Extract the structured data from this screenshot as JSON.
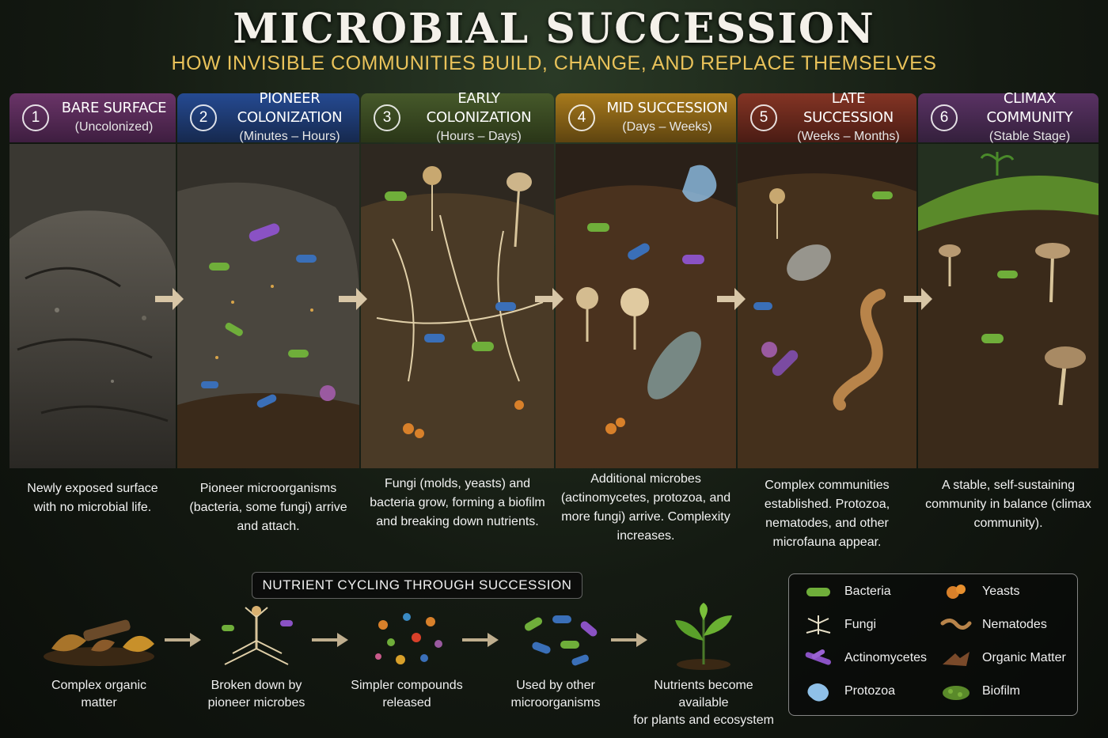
{
  "title": "MICROBIAL SUCCESSION",
  "subtitle": "HOW INVISIBLE COMMUNITIES BUILD, CHANGE, AND REPLACE THEMSELVES",
  "stages": [
    {
      "number": "1",
      "title": "BARE SURFACE",
      "subtitle": "(Uncolonized)",
      "description": "Newly exposed surface with no microbial life.",
      "color": "#5a2c5a"
    },
    {
      "number": "2",
      "title": "PIONEER COLONIZATION",
      "subtitle": "(Minutes – Hours)",
      "description": "Pioneer microorganisms (bacteria, some fungi) arrive and attach.",
      "color": "#1f3a78"
    },
    {
      "number": "3",
      "title": "EARLY COLONIZATION",
      "subtitle": "(Hours – Days)",
      "description": "Fungi (molds, yeasts) and bacteria grow, forming a biofilm and breaking down nutrients.",
      "color": "#3a4a1e"
    },
    {
      "number": "4",
      "title": "MID SUCCESSION",
      "subtitle": "(Days – Weeks)",
      "description": "Additional microbes (actinomycetes, protozoa, and more fungi) arrive. Complexity increases.",
      "color": "#8a6414"
    },
    {
      "number": "5",
      "title": "LATE SUCCESSION",
      "subtitle": "(Weeks – Months)",
      "description": "Complex communities established. Protozoa, nematodes, and other microfauna appear.",
      "color": "#6e2a1c"
    },
    {
      "number": "6",
      "title": "CLIMAX COMMUNITY",
      "subtitle": "(Stable Stage)",
      "description": "A stable, self-sustaining community in balance (climax community).",
      "color": "#4a2a52"
    }
  ],
  "nutrient_cycle": {
    "label": "NUTRIENT CYCLING THROUGH SUCCESSION",
    "steps": [
      {
        "text_1": "Complex organic",
        "text_2": "matter"
      },
      {
        "text_1": "Broken down by",
        "text_2": "pioneer microbes"
      },
      {
        "text_1": "Simpler compounds",
        "text_2": "released"
      },
      {
        "text_1": "Used by other",
        "text_2": "microorganisms"
      },
      {
        "text_1": "Nutrients become available",
        "text_2": "for plants and ecosystem"
      }
    ]
  },
  "legend": [
    {
      "label": "Bacteria",
      "icon": "bacteria-icon"
    },
    {
      "label": "Yeasts",
      "icon": "yeasts-icon"
    },
    {
      "label": "Fungi",
      "icon": "fungi-icon"
    },
    {
      "label": "Nematodes",
      "icon": "nematodes-icon"
    },
    {
      "label": "Actinomycetes",
      "icon": "actinomycetes-icon"
    },
    {
      "label": "Organic Matter",
      "icon": "organic-matter-icon"
    },
    {
      "label": "Protozoa",
      "icon": "protozoa-icon"
    },
    {
      "label": "Biofilm",
      "icon": "biofilm-icon"
    }
  ],
  "colors": {
    "accent_gold": "#e9c25a",
    "bacteria_green": "#6fae3a",
    "bacteria_blue": "#3a6fb8",
    "actinomycete_purple": "#8a52c4",
    "protozoa_blue": "#8fc0e8"
  }
}
